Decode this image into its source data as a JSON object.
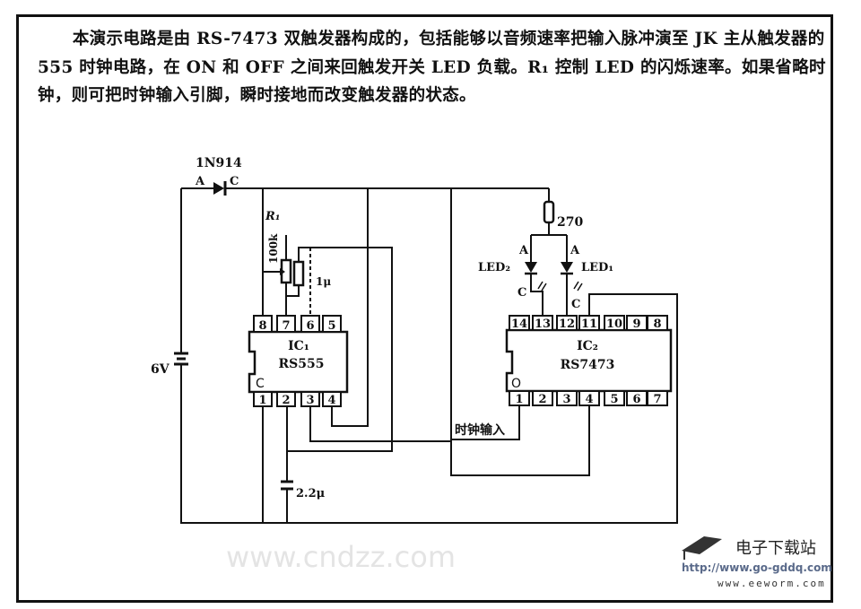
{
  "description_text": {
    "line1": "本演示电路是由 RS-7473 双触发器构成的，包括能够以音频速率把输入脉冲演至 JK 主从触发器的 555 时钟电路，在 ON 和 OFF 之间来回触发开关 LED 负载。R₁ 控制 LED 的闪烁速率。如果省略时钟，则可把时钟输入引脚，瞬时接地而改变触发器的状态。"
  },
  "circuit": {
    "diode_label": "1N914",
    "diode_anode": "A",
    "diode_cathode": "C",
    "battery_label": "6V",
    "r1_label": "R₁",
    "r1_value": "100k",
    "cap1_label": "1μ",
    "cap2_label": "2.2μ",
    "ic1_name": "IC₁",
    "ic1_part": "RS555",
    "ic1_notch": "C",
    "ic1_top_pins": [
      "8",
      "7",
      "6",
      "5"
    ],
    "ic1_bottom_pins": [
      "1",
      "2",
      "3",
      "4"
    ],
    "resistor_label": "270",
    "led2_label": "LED₂",
    "led1_label": "LED₁",
    "led_anode": "A",
    "led_cathode": "C",
    "ic2_name": "IC₂",
    "ic2_part": "RS7473",
    "ic2_notch": "O",
    "ic2_top_pins": [
      "14",
      "13",
      "12",
      "11",
      "10",
      "9",
      "8"
    ],
    "ic2_bottom_pins": [
      "1",
      "2",
      "3",
      "4",
      "5",
      "6",
      "7"
    ],
    "clock_input_label": "时钟输入"
  },
  "watermark": "www.cndzz.com",
  "logo": {
    "cn": "电子下载站",
    "url1": "http://www.go-gddq.com",
    "url2": "www.eeworm.com"
  }
}
